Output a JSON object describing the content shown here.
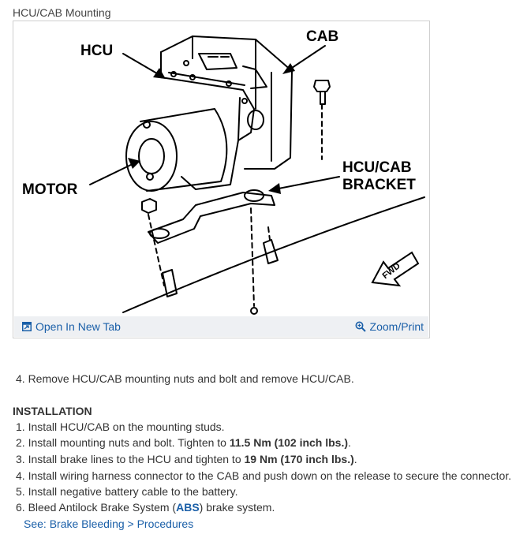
{
  "figure": {
    "caption": "HCU/CAB Mounting",
    "labels": {
      "hcu": "HCU",
      "cab": "CAB",
      "motor": "MOTOR",
      "bracket_line1": "HCU/CAB",
      "bracket_line2": "BRACKET",
      "fwd": "FWD"
    },
    "toolbar": {
      "open_new_tab": "Open In New Tab",
      "zoom_print": "Zoom/Print"
    }
  },
  "removal_step": "4. Remove HCU/CAB mounting nuts and bolt and remove HCU/CAB.",
  "installation": {
    "heading": "INSTALLATION",
    "step1": "1. Install HCU/CAB on the mounting studs.",
    "step2": {
      "pre": "2. Install mounting nuts and bolt. Tighten to ",
      "value": "11.5 Nm (102 inch lbs.)",
      "post": "."
    },
    "step3": {
      "pre": "3. Install brake lines to the HCU and tighten to ",
      "value": "19 Nm (170 inch lbs.)",
      "post": "."
    },
    "step4": "4. Install wiring harness connector to the CAB and push down on the release to secure the connector.",
    "step5": "5. Install negative battery cable to the battery.",
    "step6": {
      "pre": "6. Bleed Antilock Brake System (",
      "abbr": "ABS",
      "post": ") brake system."
    },
    "see_also": "See: Brake Bleeding > Procedures"
  },
  "colors": {
    "link": "#1a5fa8",
    "toolbar_bg": "#eef0f3",
    "border": "#cfcfcf"
  }
}
